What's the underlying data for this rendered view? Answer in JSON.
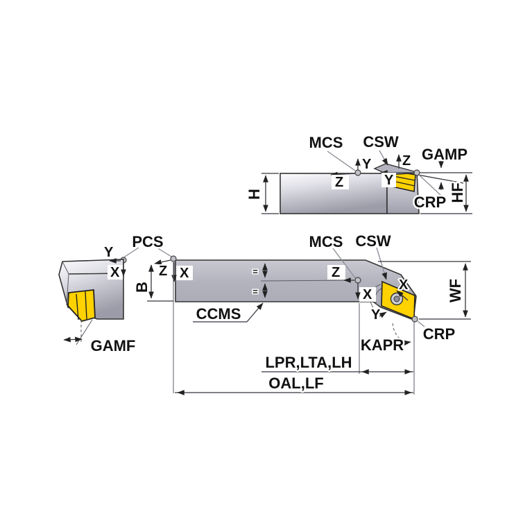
{
  "drawing": {
    "title": "Turning tool holder dimension diagram",
    "views": {
      "side_view": {
        "labels": {
          "mcs": "MCS",
          "csw": "CSW",
          "gamp": "GAMP",
          "crp": "CRP",
          "height": "H",
          "head_height": "HF",
          "axis_y_mcs": "Y",
          "axis_z_mcs": "Z",
          "axis_z_crp": "Z",
          "axis_y_crp": "Y"
        }
      },
      "top_view": {
        "labels": {
          "pcs": "PCS",
          "mcs": "MCS",
          "csw": "CSW",
          "ccms": "CCMS",
          "kapr": "KAPR",
          "crp": "CRP",
          "shank_width": "B",
          "head_width": "WF",
          "axis_z_pcs": "Z",
          "axis_x_pcs": "X",
          "axis_z_mcs": "Z",
          "axis_x_mcs": "X",
          "axis_x_crp": "X",
          "axis_y_crp": "Y",
          "eq_top": "=",
          "eq_bottom": "=",
          "length_head": "LPR,LTA,LH",
          "length_overall": "OAL,LF"
        }
      },
      "front_view": {
        "labels": {
          "axis_y": "Y",
          "axis_x": "X",
          "gamf": "GAMF"
        }
      }
    },
    "colors": {
      "body_gray": "#b1b1bd",
      "body_light": "#fbfbfd",
      "insert_yellow": "#ffd200",
      "outline": "#333333",
      "leader": "#8a8a94",
      "text": "#111111"
    }
  }
}
